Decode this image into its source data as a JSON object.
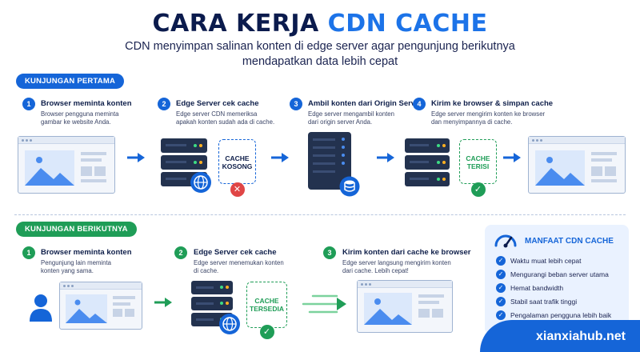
{
  "header": {
    "title_main": "CARA KERJA ",
    "title_accent": "CDN CACHE",
    "subtitle_line1": "CDN menyimpan salinan konten di edge server agar pengunjung berikutnya",
    "subtitle_line2": "mendapatkan data lebih cepat"
  },
  "first_visit": {
    "label": "KUNJUNGAN PERTAMA",
    "steps": [
      {
        "num": "1",
        "title": "Browser meminta konten",
        "desc": "Browser pengguna meminta\ngambar ke website Anda."
      },
      {
        "num": "2",
        "title": "Edge Server cek cache",
        "desc": "Edge server CDN memeriksa\napakah konten sudah ada di cache."
      },
      {
        "num": "3",
        "title": "Ambil konten dari Origin Server",
        "desc": "Edge server mengambil konten\ndari origin server Anda."
      },
      {
        "num": "4",
        "title": "Kirim ke browser & simpan cache",
        "desc": "Edge server mengirim konten ke browser\ndan menyimpannya di cache."
      }
    ],
    "badge_empty": "CACHE\nKOSONG",
    "badge_filled": "CACHE\nTERISI"
  },
  "next_visit": {
    "label": "KUNJUNGAN BERIKUTNYA",
    "steps": [
      {
        "num": "1",
        "title": "Browser meminta konten",
        "desc": "Pengunjung lain meminta\nkonten yang sama."
      },
      {
        "num": "2",
        "title": "Edge Server cek cache",
        "desc": "Edge server menemukan konten\ndi cache."
      },
      {
        "num": "3",
        "title": "Kirim konten dari cache ke browser",
        "desc": "Edge server langsung mengirim konten\ndari cache. Lebih cepat!"
      }
    ],
    "badge_available": "CACHE\nTERSEDIA"
  },
  "benefits": {
    "title": "MANFAAT CDN CACHE",
    "items": [
      "Waktu muat lebih cepat",
      "Mengurangi beban server utama",
      "Hemat bandwidth",
      "Stabil saat trafik tinggi",
      "Pengalaman pengguna lebih baik"
    ]
  },
  "footer": {
    "site": "xianxiahub.net"
  },
  "colors": {
    "primary": "#1565d8",
    "green": "#1f9d57",
    "navy": "#0b1b4d",
    "red": "#e04646"
  },
  "icons": [
    "browser-window-icon",
    "server-stack-icon",
    "globe-icon",
    "database-icon",
    "check-icon",
    "x-icon",
    "user-icon",
    "speed-gauge-icon",
    "arrow-right-icon"
  ]
}
